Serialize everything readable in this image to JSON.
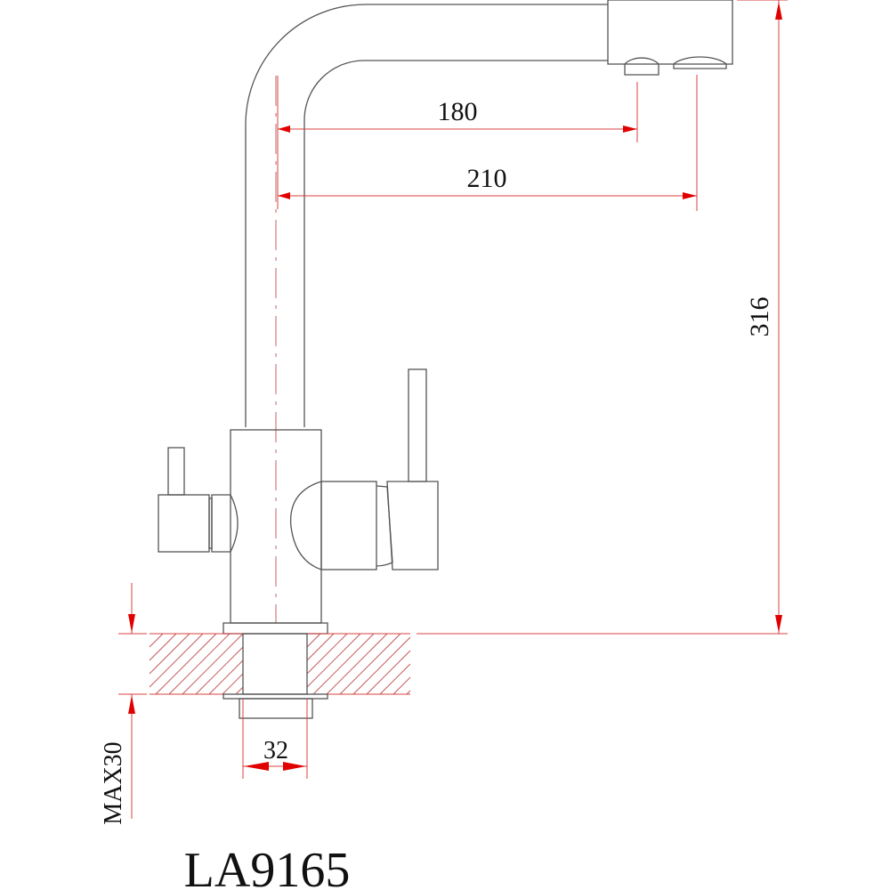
{
  "drawing": {
    "model": "LA9165",
    "dimensions": {
      "spout_reach_1": "180",
      "spout_reach_2": "210",
      "height": "316",
      "hole_diameter": "32",
      "max_counter_thickness": "MAX30"
    },
    "colors": {
      "outline": "#555555",
      "dimension": "#e00000"
    }
  }
}
